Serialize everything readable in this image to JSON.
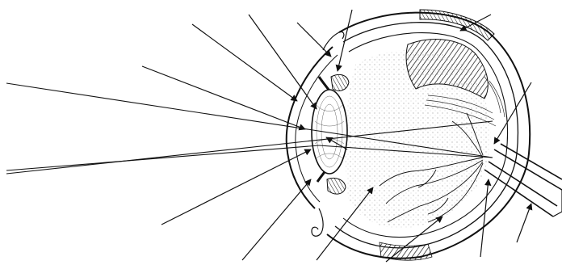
{
  "diagram": {
    "kind": "eye-cross-section-line-drawing",
    "labels_printed": false,
    "line_color": "#111111",
    "background_color": "#ffffff",
    "structures": [
      "cornea",
      "iris",
      "lens",
      "ciliary-body",
      "sclera",
      "choroid",
      "retina",
      "vitreous-body",
      "optic-nerve",
      "blind-spot",
      "fovea",
      "eyelid-fold"
    ],
    "pointer_arrow_count": 14,
    "light_ray_count": 3
  }
}
